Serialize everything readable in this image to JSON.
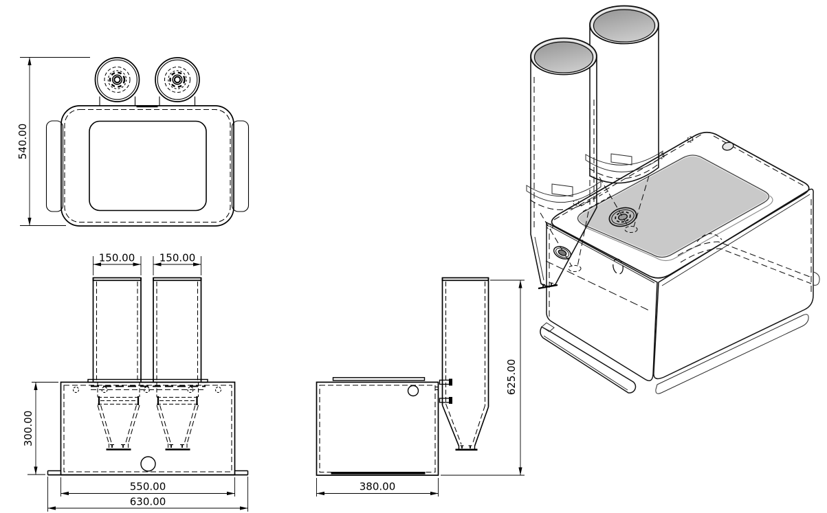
{
  "drawing": {
    "background": "#ffffff",
    "line_color": "#000000",
    "shade_light": "#d2d2d2",
    "shade_mid": "#a6a6a6",
    "shade_dark": "#5f5f5f",
    "dimensions": {
      "top_view_height": "540.00",
      "front_left_tube_width": "150.00",
      "front_right_tube_width": "150.00",
      "front_body_height": "300.00",
      "front_body_width": "550.00",
      "front_overall_width": "630.00",
      "side_body_depth": "380.00",
      "side_overall_height": "625.00"
    }
  }
}
